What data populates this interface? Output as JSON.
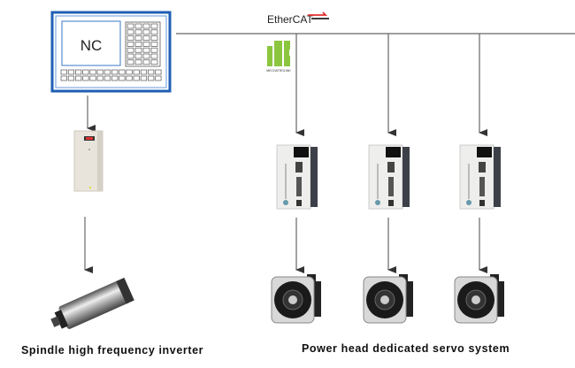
{
  "controller": {
    "label": "NC"
  },
  "bus": {
    "ethercat_logo": "EtherCAT",
    "mechatrolink_logo": "MECHATROLINK"
  },
  "labels": {
    "spindle": "Spindle high frequency inverter",
    "servo": "Power head dedicated servo system"
  },
  "colors": {
    "nc_border": "#1f5fb4",
    "mechatrolink_green": "#8cc63f",
    "ethercat_red": "#e53030"
  }
}
